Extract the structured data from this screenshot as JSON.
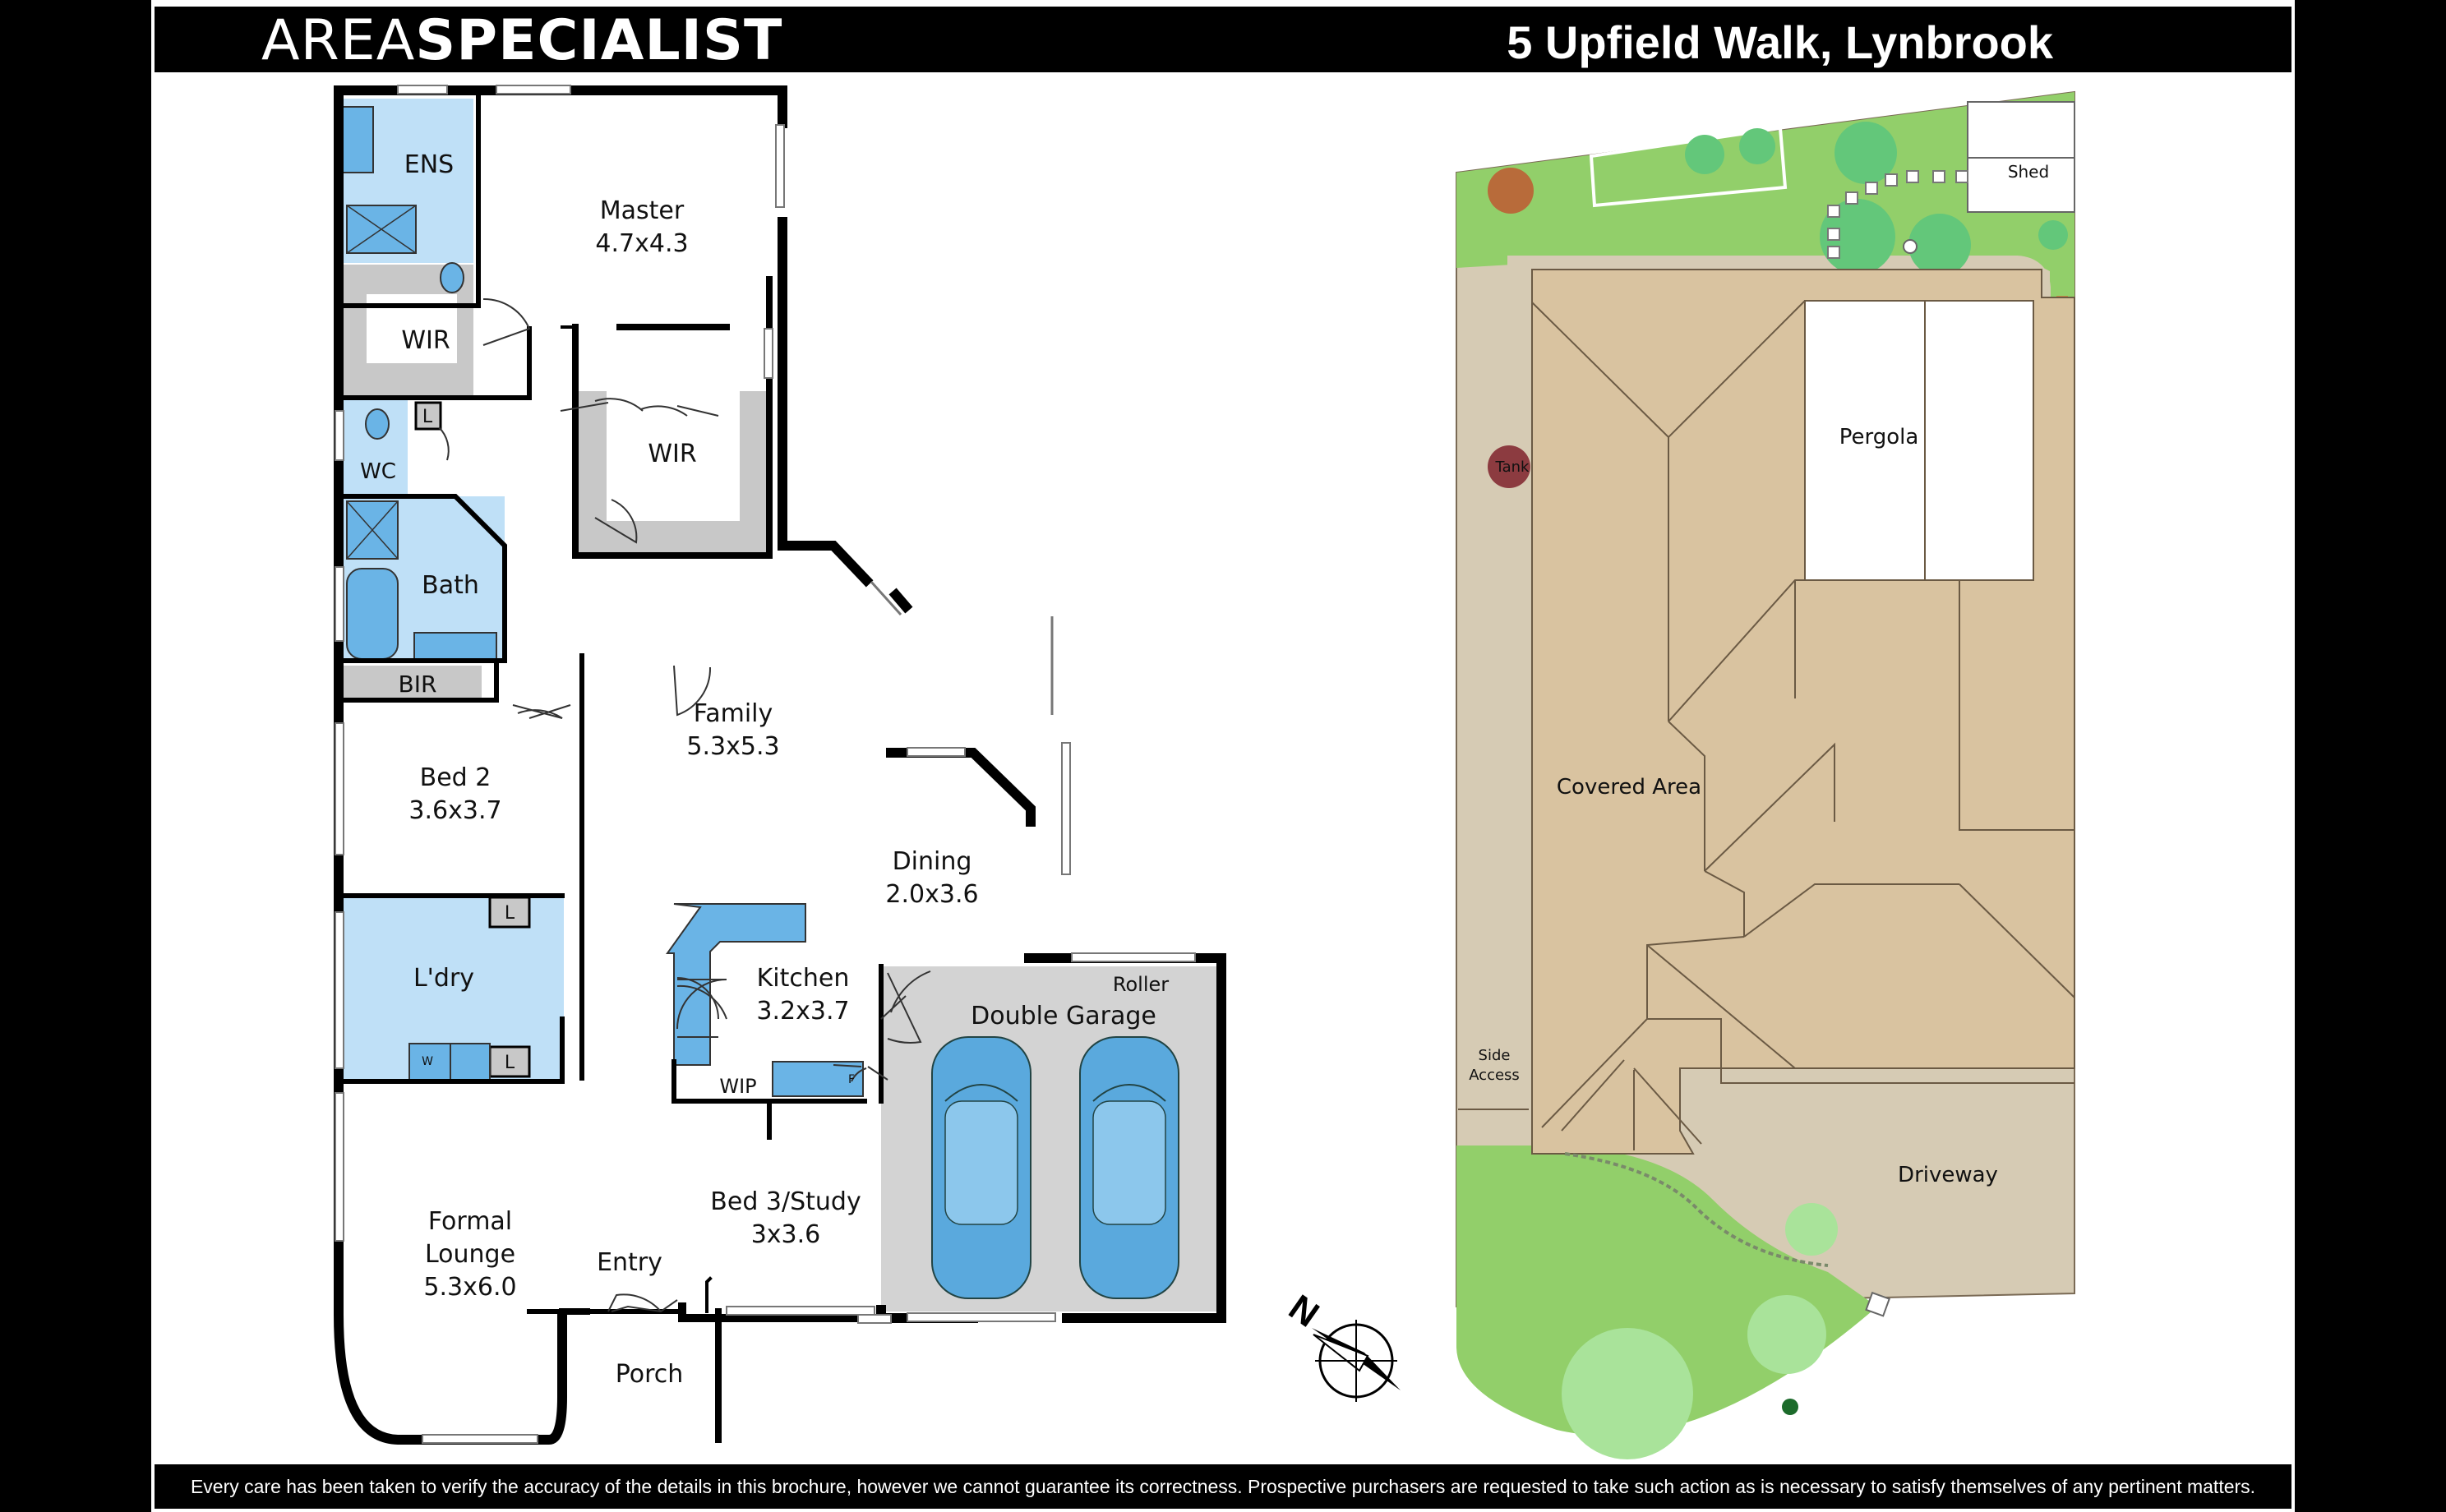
{
  "header": {
    "brand_light": "AREA",
    "brand_bold": "SPECIALIST",
    "address": "5 Upfield Walk, Lynbrook"
  },
  "rooms": {
    "ens": "ENS",
    "master_name": "Master",
    "master_size": "4.7x4.3",
    "wir1": "WIR",
    "wir2": "WIR",
    "wc": "WC",
    "l1": "L",
    "bath": "Bath",
    "bir": "BIR",
    "bed2_name": "Bed 2",
    "bed2_size": "3.6x3.7",
    "family_name": "Family",
    "family_size": "5.3x5.3",
    "dining_name": "Dining",
    "dining_size": "2.0x3.6",
    "ldry": "L'dry",
    "l2": "L",
    "l3": "L",
    "w": "W",
    "kitchen_name": "Kitchen",
    "kitchen_size": "3.2x3.7",
    "wip": "WIP",
    "f": "F",
    "roller": "Roller",
    "garage": "Double Garage",
    "formal1": "Formal",
    "formal2": "Lounge",
    "formal_size": "5.3x6.0",
    "entry": "Entry",
    "bed3_name": "Bed 3/Study",
    "bed3_size": "3x3.6",
    "porch": "Porch"
  },
  "site": {
    "shed": "Shed",
    "pergola": "Pergola",
    "tank": "Tank",
    "covered_area": "Covered Area",
    "side_access_1": "Side",
    "side_access_2": "Access",
    "driveway": "Driveway"
  },
  "compass": {
    "label": "N"
  },
  "footer": {
    "disclaimer": "Every care has been taken to verify the accuracy of the details in this brochure, however we cannot guarantee its correctness. Prospective purchasers are requested to take such action as is necessary to satisfy themselves of any pertinent matters."
  },
  "colors": {
    "wet_area": "#bfe0f7",
    "robe": "#c8c8c8",
    "garage": "#d3d3d3",
    "bench": "#6ab4e6",
    "car": "#5aa9dd",
    "lawn": "#92cf6a",
    "roof": "#d9c3a0",
    "paving": "#d6cbb4",
    "tank": "#8c3b40"
  }
}
